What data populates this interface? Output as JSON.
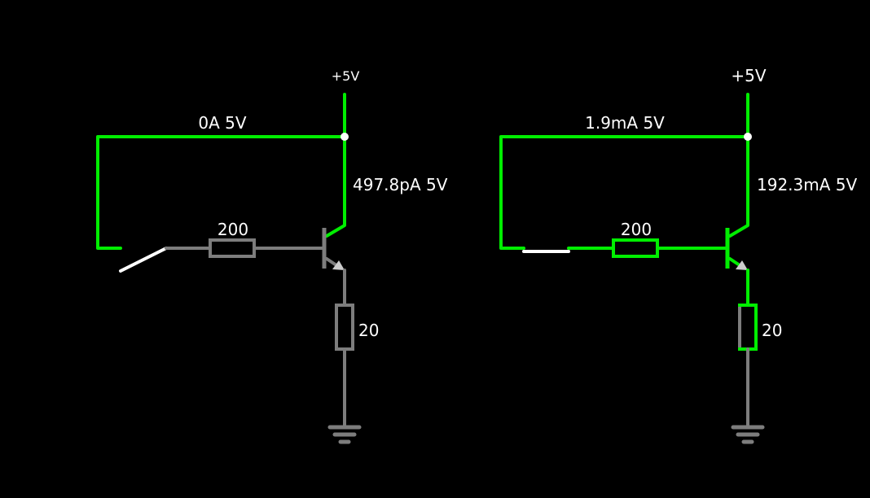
{
  "colors": {
    "background": "#000000",
    "live_wire": "#00ee00",
    "dead_wire": "#7d7d7d",
    "switch": "#ffffff",
    "label": "#ffffff",
    "node": "#ffffff",
    "emitter_arrow": "#cccccc"
  },
  "circuits": [
    {
      "supply_label": "+5V",
      "top_wire_label": "0A 5V",
      "collector_label": "497.8pA 5V",
      "base_resistor_label": "200",
      "emitter_resistor_label": "20",
      "switch_state": "open",
      "base_path_live": false,
      "emitter_path_live": false
    },
    {
      "supply_label": "+5V",
      "top_wire_label": "1.9mA 5V",
      "collector_label": "192.3mA 5V",
      "base_resistor_label": "200",
      "emitter_resistor_label": "20",
      "switch_state": "closed",
      "base_path_live": true,
      "emitter_path_live": true
    }
  ]
}
